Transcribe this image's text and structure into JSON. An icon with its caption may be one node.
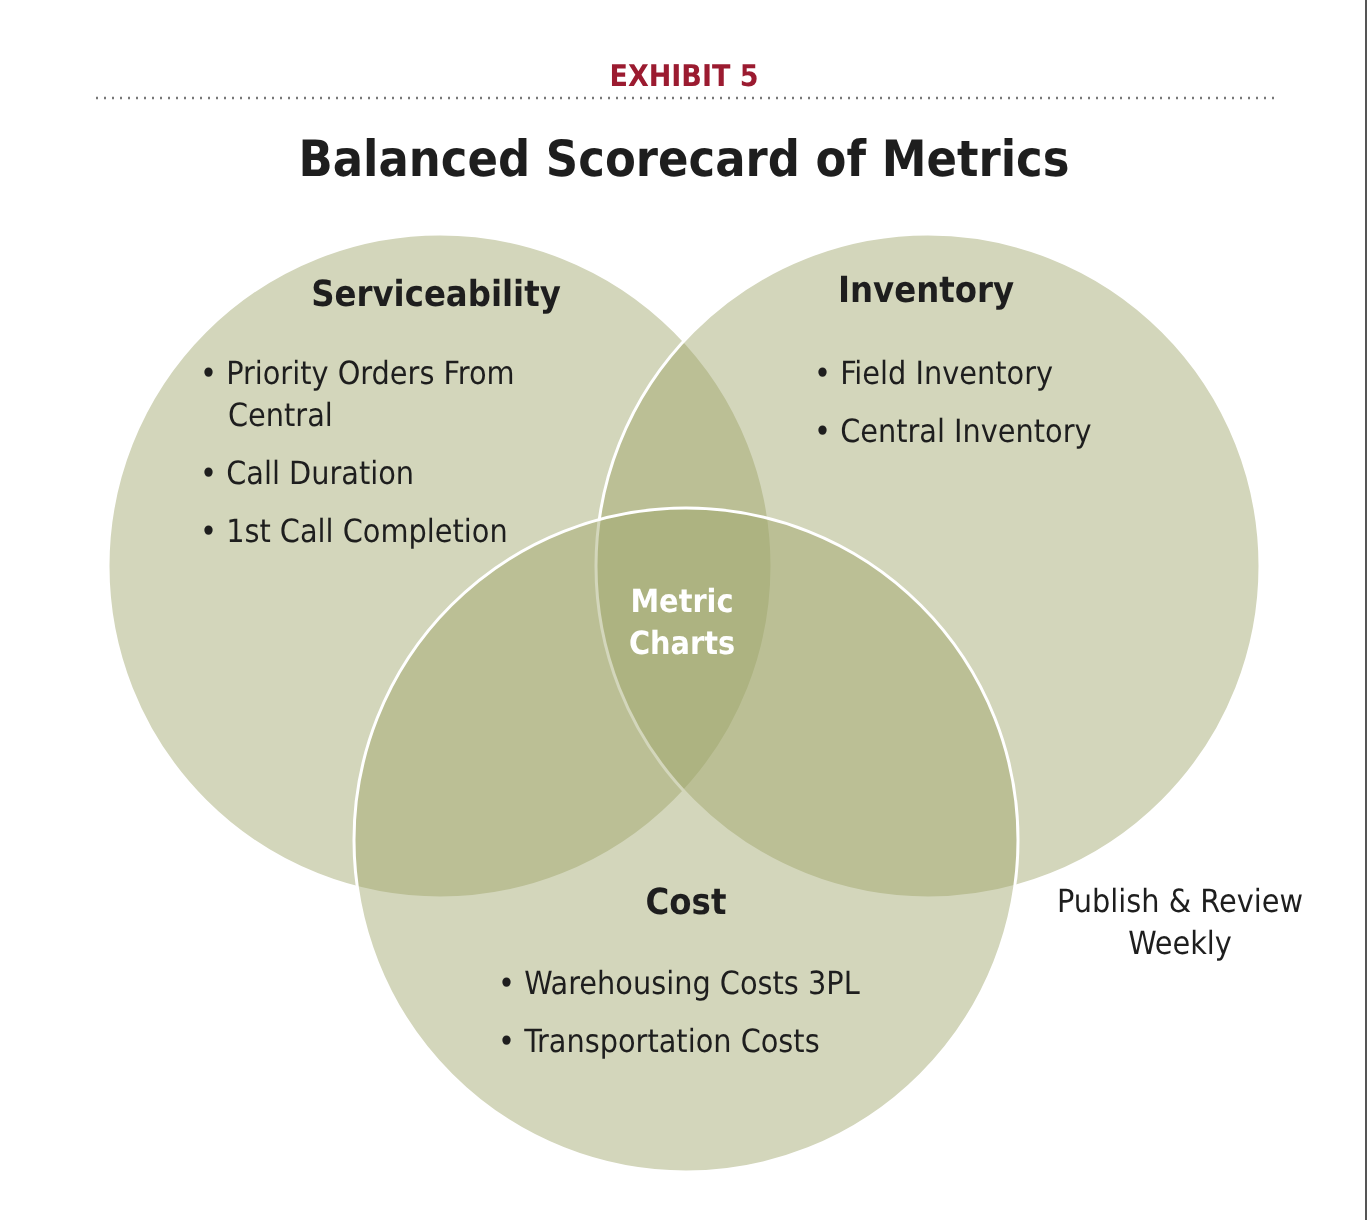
{
  "diagram": {
    "title": "Balanced Scorecard of Metrics",
    "nodes": [
      {
        "text": [
          "Serviceability",
          "• Priority Orders From Central",
          "• Call Duration",
          "• 1st Call Completion"
        ]
      },
      {
        "text": [
          "Inventory",
          "• Field Inventory",
          "• Central Inventory"
        ]
      },
      {
        "text": [
          "Cost",
          "• Warehousing Costs 3PL",
          "• Transportation Costs"
        ]
      },
      {
        "text": [
          "Metric Charts"
        ]
      }
    ],
    "edges": [],
    "labels": [
      "EXHIBIT 5",
      "Publish & Review Weekly"
    ]
  }
}
